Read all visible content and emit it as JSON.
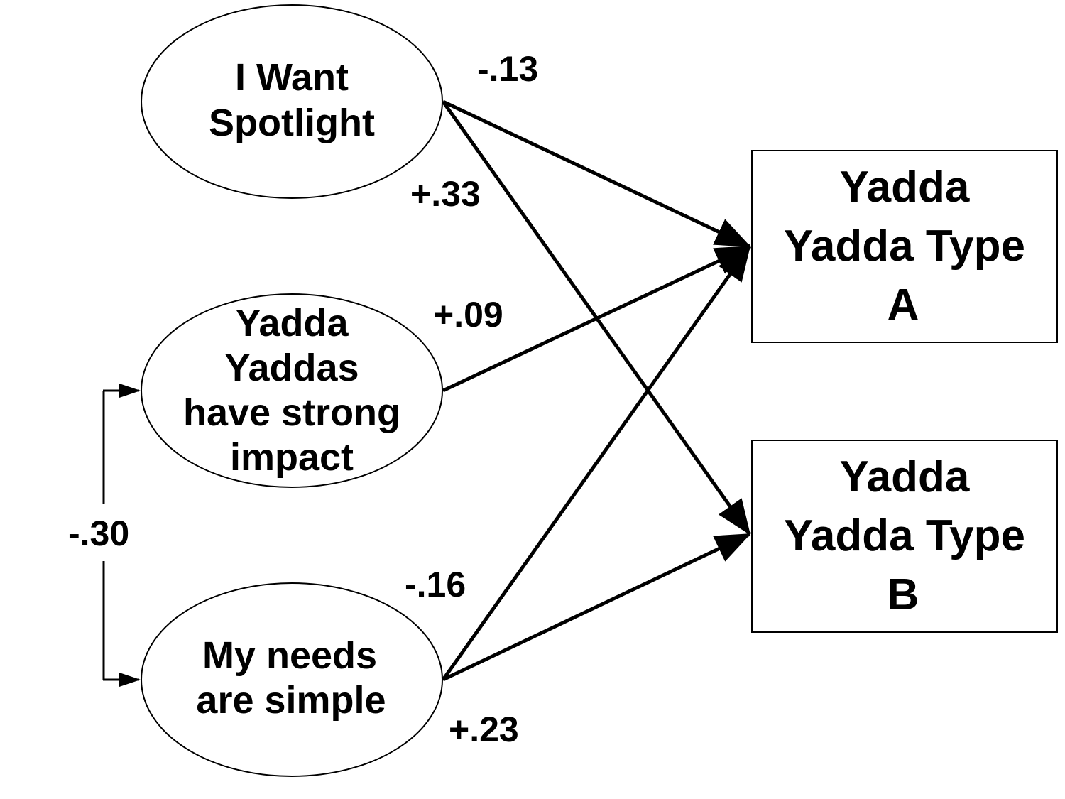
{
  "nodes": {
    "spotlight": {
      "lines": [
        "I Want",
        "Spotlight"
      ]
    },
    "impact": {
      "lines": [
        "Yadda",
        "Yaddas",
        "have strong",
        "impact"
      ]
    },
    "simple": {
      "lines": [
        "My needs",
        "are simple"
      ]
    },
    "typeA": {
      "lines": [
        "Yadda",
        "Yadda Type",
        "A"
      ]
    },
    "typeB": {
      "lines": [
        "Yadda",
        "Yadda Type",
        "B"
      ]
    }
  },
  "coefficients": {
    "spotlight_to_A": "-.13",
    "spotlight_to_B": "+.33",
    "impact_to_A": "+.09",
    "simple_to_A": "-.16",
    "simple_to_B": "+.23",
    "impact_simple_corr": "-.30"
  }
}
